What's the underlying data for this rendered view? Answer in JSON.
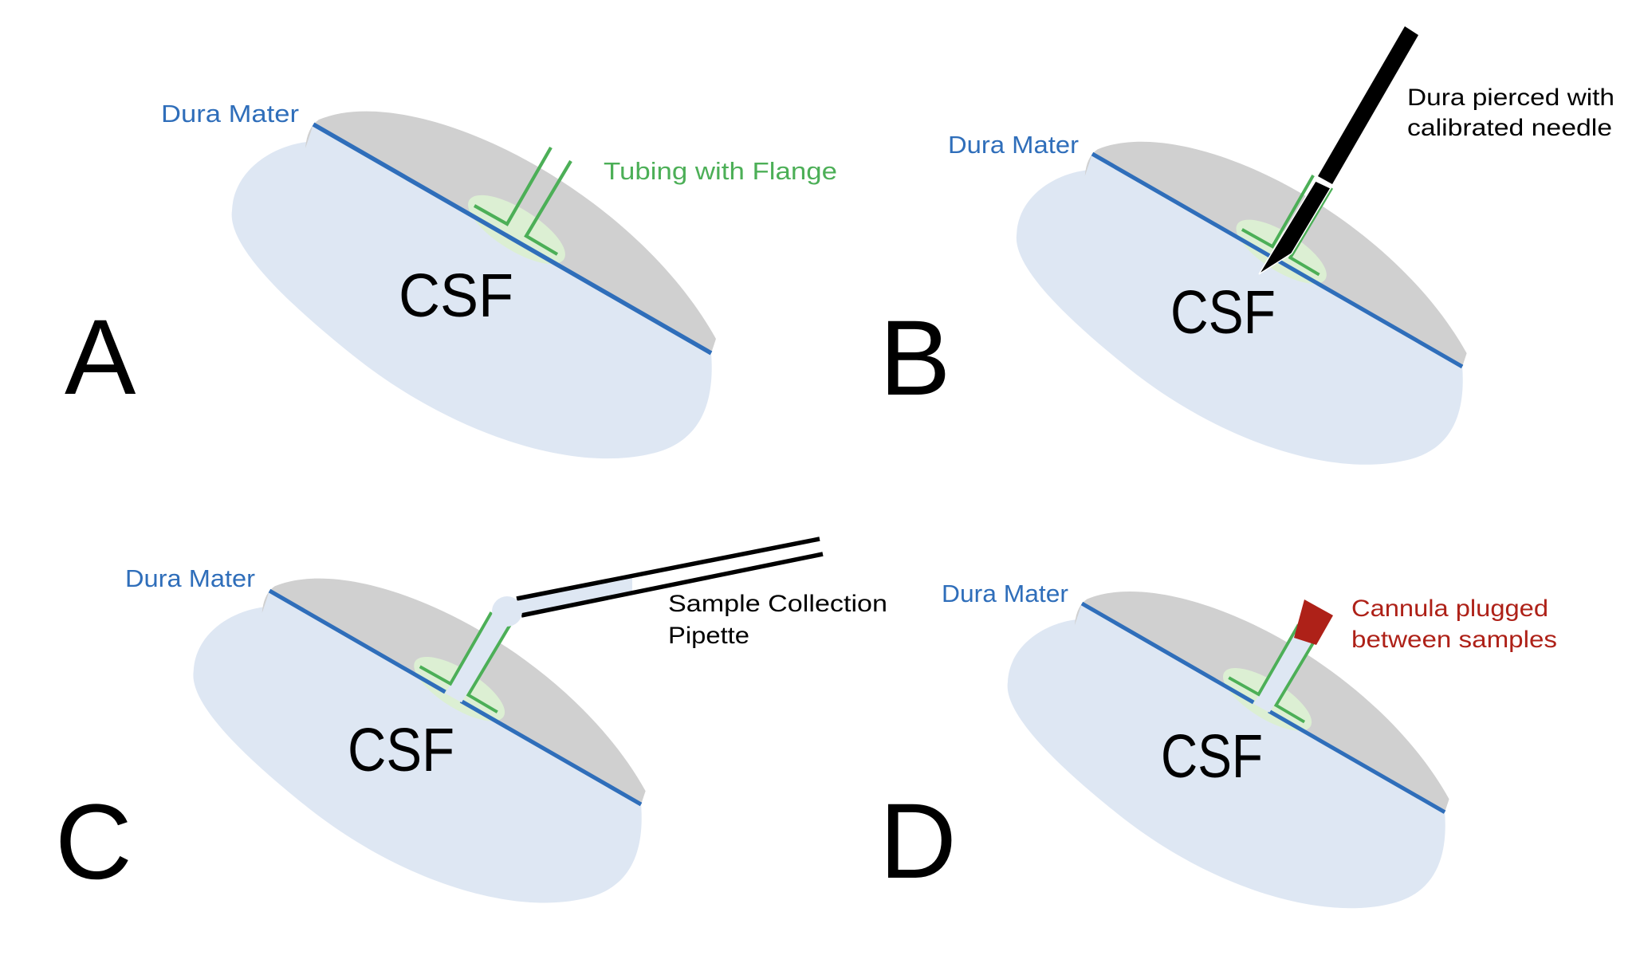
{
  "colors": {
    "membrane": "#2F6EBA",
    "tubing": "#4CAF57",
    "plug": "#AE2118",
    "csf": "#DEE7F3",
    "tissue": "#D0D0D0",
    "flange": "#DCEFD3",
    "ink": "#000000"
  },
  "panels": {
    "a": {
      "letter": "A",
      "fluid_label": "CSF",
      "membrane_label": "Dura Mater",
      "annotation": {
        "lines": [
          "Tubing with Flange"
        ]
      },
      "device": "tubing-with-flange"
    },
    "b": {
      "letter": "B",
      "fluid_label": "CSF",
      "membrane_label": "Dura Mater",
      "annotation": {
        "lines": [
          "Dura pierced with",
          "calibrated needle"
        ]
      },
      "device": "calibrated-needle"
    },
    "c": {
      "letter": "C",
      "fluid_label": "CSF",
      "membrane_label": "Dura Mater",
      "annotation": {
        "lines": [
          "Sample Collection",
          "Pipette"
        ]
      },
      "device": "sample-collection-pipette"
    },
    "d": {
      "letter": "D",
      "fluid_label": "CSF",
      "membrane_label": "Dura Mater",
      "annotation": {
        "lines": [
          "Cannula plugged",
          "between samples"
        ]
      },
      "device": "cannula-plug"
    }
  }
}
